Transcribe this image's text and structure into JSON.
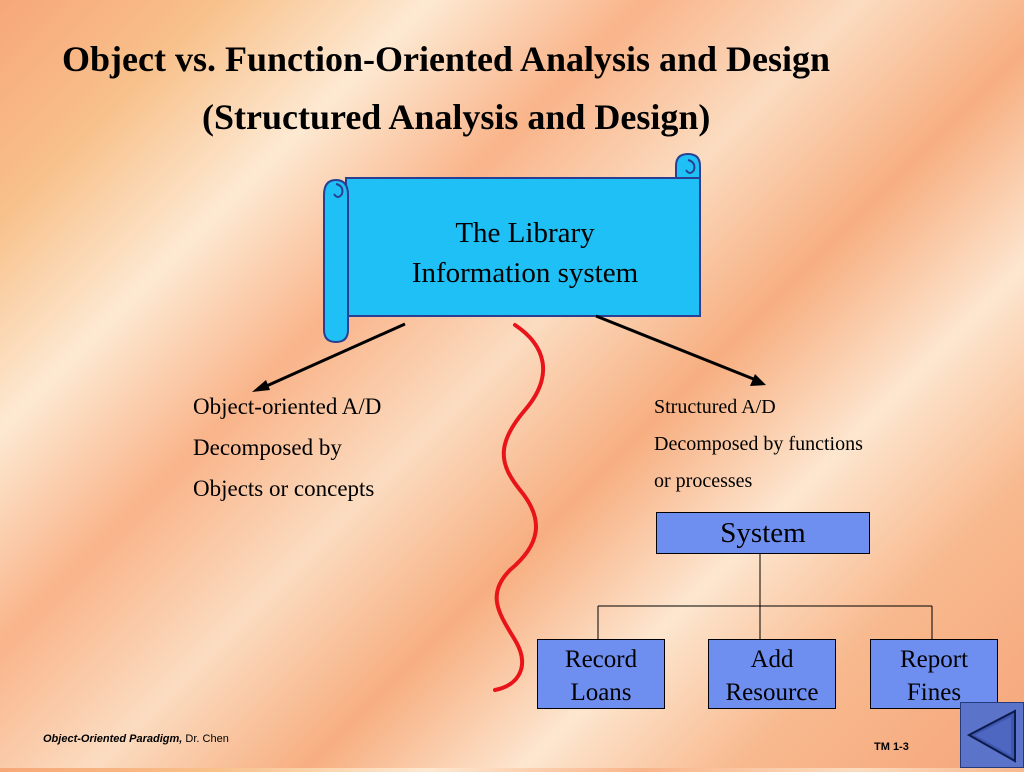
{
  "slide": {
    "title_line1": "Object vs. Function-Oriented Analysis and Design",
    "title_line2": "(Structured Analysis and Design)"
  },
  "scroll": {
    "line1": "The Library",
    "line2": "Information system",
    "fill_color": "#1ec0f6"
  },
  "object_oriented": {
    "lines": [
      "Object-oriented A/D",
      "Decomposed by",
      "Objects or concepts"
    ]
  },
  "structured": {
    "lines": [
      "Structured A/D",
      "Decomposed by functions",
      "or processes"
    ]
  },
  "tree": {
    "root": "System",
    "children": [
      {
        "line1": "Record",
        "line2": "Loans"
      },
      {
        "line1": "Add",
        "line2": "Resource"
      },
      {
        "line1": "Report",
        "line2": "Fines"
      }
    ],
    "box_color": "#6f8ff0"
  },
  "divider": {
    "color": "#e8141a"
  },
  "footer": {
    "course": "Object-Oriented Paradigm,",
    "author": " Dr. Chen",
    "slide_number": "TM 1-3"
  },
  "nav": {
    "icon": "back-triangle-icon"
  }
}
